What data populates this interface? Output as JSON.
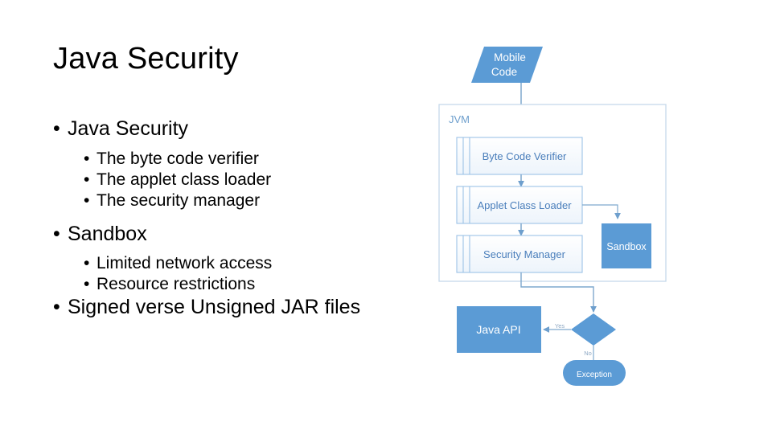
{
  "slide": {
    "title": "Java Security",
    "background_color": "#FFFFFF"
  },
  "content": {
    "bullets": [
      {
        "level": 1,
        "marker": "•",
        "text": "Java Security"
      },
      {
        "level": 2,
        "marker": "•",
        "text": "The byte code verifier"
      },
      {
        "level": 2,
        "marker": "•",
        "text": "The applet class loader"
      },
      {
        "level": 2,
        "marker": "•",
        "text": "The security manager"
      },
      {
        "level": 1,
        "marker": "•",
        "text": "Sandbox"
      },
      {
        "level": 2,
        "marker": "•",
        "text": "Limited network access"
      },
      {
        "level": 2,
        "marker": "•",
        "text": "Resource restrictions"
      },
      {
        "level": 1,
        "marker": "•",
        "text": "Signed verse Unsigned JAR files"
      }
    ]
  },
  "diagram": {
    "colors": {
      "accent_blue": "#5B9BD5",
      "connector_blue": "#7FA9CE",
      "container_border": "#C5D9EA",
      "process_border": "#9DC3E6",
      "process_fill_light": "#F2F7FC",
      "process_text": "#4A7EBB",
      "white_text": "#FFFFFF",
      "small_label_text": "#8FA9C4"
    },
    "nodes": {
      "mobile_code": {
        "shape": "parallelogram",
        "line1": "Mobile",
        "line2": "Code"
      },
      "jvm_container": {
        "shape": "container",
        "label": "JVM"
      },
      "byte_code_verifier": {
        "shape": "process",
        "label": "Byte Code Verifier"
      },
      "applet_class_loader": {
        "shape": "process",
        "label": "Applet Class Loader"
      },
      "security_manager": {
        "shape": "process",
        "label": "Security Manager"
      },
      "sandbox": {
        "shape": "rectangle",
        "label": "Sandbox"
      },
      "java_api": {
        "shape": "rectangle",
        "label": "Java API"
      },
      "decision": {
        "shape": "diamond",
        "label": ""
      },
      "exception": {
        "shape": "rounded-rectangle",
        "label": "Exception"
      }
    },
    "edge_labels": {
      "yes": "Yes",
      "no": "No"
    }
  }
}
